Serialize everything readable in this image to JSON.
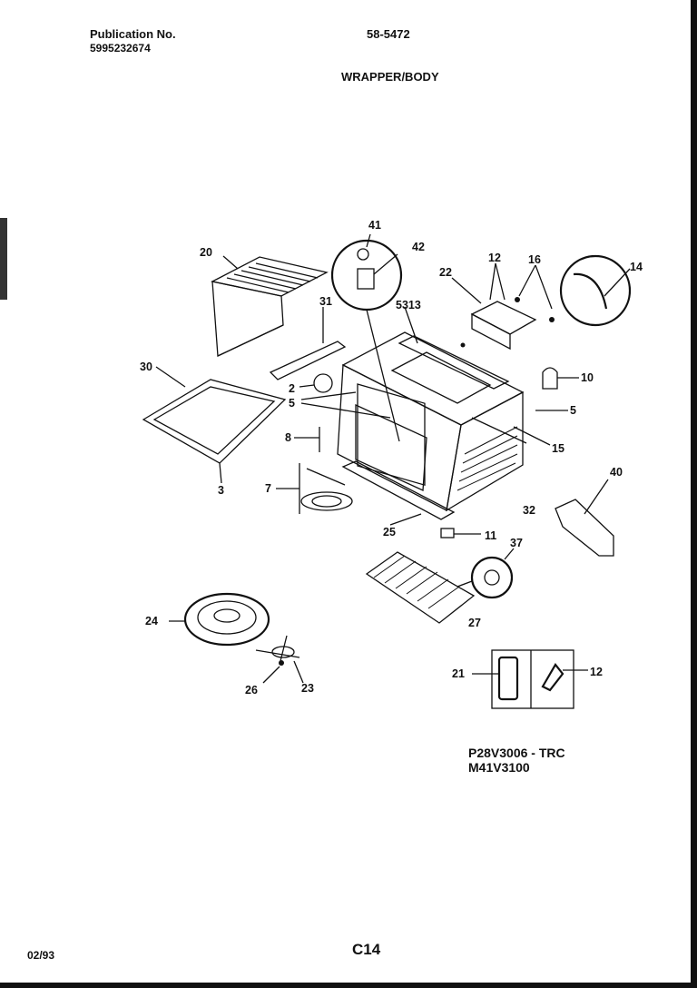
{
  "header": {
    "publication_label": "Publication No.",
    "publication_number": "5995232674",
    "document_code": "58-5472",
    "section_title": "WRAPPER/BODY"
  },
  "models": [
    "P28V3006 - TRC",
    "M41V3100"
  ],
  "footer": {
    "date": "02/93",
    "page_code": "C14"
  },
  "callouts": [
    "41",
    "42",
    "20",
    "31",
    "5313",
    "12",
    "16",
    "22",
    "14",
    "30",
    "2",
    "5",
    "10",
    "5",
    "15",
    "8",
    "3",
    "7",
    "40",
    "32",
    "25",
    "11",
    "37",
    "27",
    "24",
    "26",
    "23",
    "21",
    "12"
  ]
}
